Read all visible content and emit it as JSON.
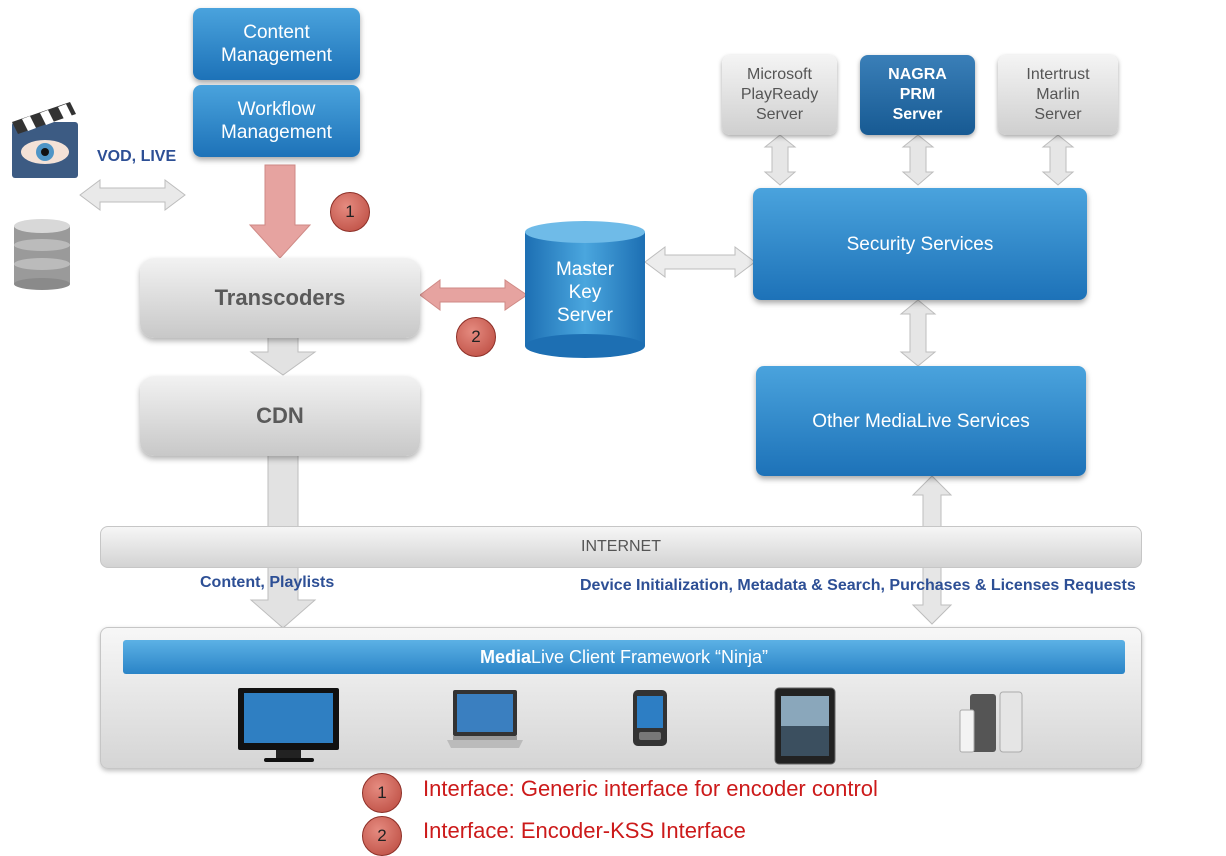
{
  "boxes": {
    "content_management": "Content\nManagement",
    "workflow_management": "Workflow\nManagement",
    "transcoders": "Transcoders",
    "cdn": "CDN",
    "master_key_server": "Master\nKey\nServer",
    "security_services": "Security Services",
    "other_services": "Other MediaLive Services",
    "internet": "INTERNET"
  },
  "drm_servers": {
    "playready": "Microsoft\nPlayReady\nServer",
    "nagra": "NAGRA\nPRM\nServer",
    "marlin": "Intertrust\nMarlin\nServer"
  },
  "labels": {
    "vod_live": "VOD, LIVE",
    "content_playlists": "Content, Playlists",
    "device_requests": "Device Initialization, Metadata & Search, Purchases & Licenses Requests"
  },
  "framework": {
    "brand_bold": "Media",
    "rest": "Live Client Framework “Ninja”"
  },
  "badges": {
    "one": "1",
    "two": "2"
  },
  "legend": [
    {
      "num": "1",
      "text": "Interface: Generic interface for encoder control"
    },
    {
      "num": "2",
      "text": "Interface: Encoder-KSS Interface"
    }
  ],
  "devices": [
    "tv-icon",
    "laptop-icon",
    "phone-icon",
    "tablet-icon",
    "game-console-icon"
  ],
  "colors": {
    "blue": "#1d72b8",
    "legend_red": "#cc1a1a",
    "label_blue": "#2d4f95",
    "pink_arrow": "#e6a3a0"
  }
}
